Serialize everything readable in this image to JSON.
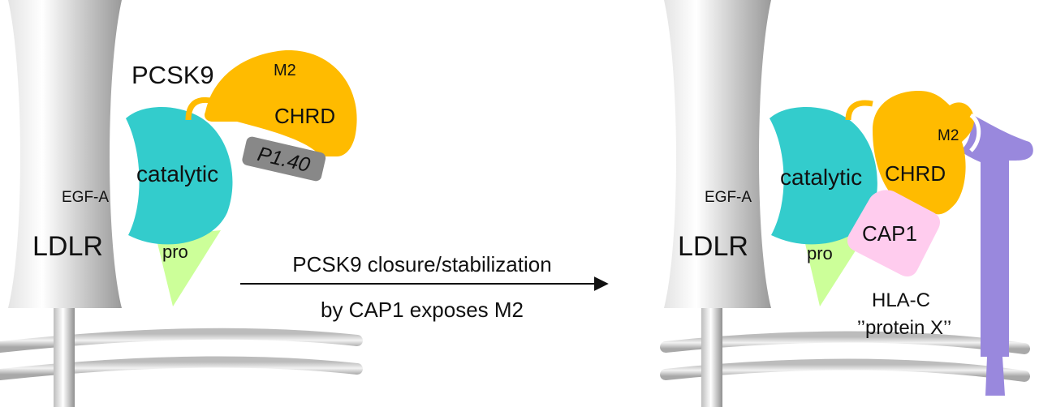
{
  "diagram": {
    "left_panel": {
      "receptor": "LDLR",
      "binding_site": "EGF-A",
      "protein_name": "PCSK9",
      "domains": {
        "catalytic": "catalytic",
        "pro": "pro",
        "chrd": "CHRD",
        "m2": "M2"
      },
      "antibody": "P1.40"
    },
    "arrow": {
      "line1": "PCSK9 closure/stabilization",
      "line2": "by CAP1 exposes M2"
    },
    "right_panel": {
      "receptor": "LDLR",
      "binding_site": "EGF-A",
      "domains": {
        "catalytic": "catalytic",
        "pro": "pro",
        "chrd": "CHRD",
        "m2": "M2"
      },
      "cap1": "CAP1",
      "hla_line1": "HLA-C",
      "hla_line2": "’’protein X’’"
    },
    "colors": {
      "catalytic": "#33cccc",
      "chrd": "#ffbb00",
      "pro": "#ccff99",
      "cap1": "#ffccee",
      "hla": "#9988dd",
      "antibody": "#888888"
    }
  }
}
